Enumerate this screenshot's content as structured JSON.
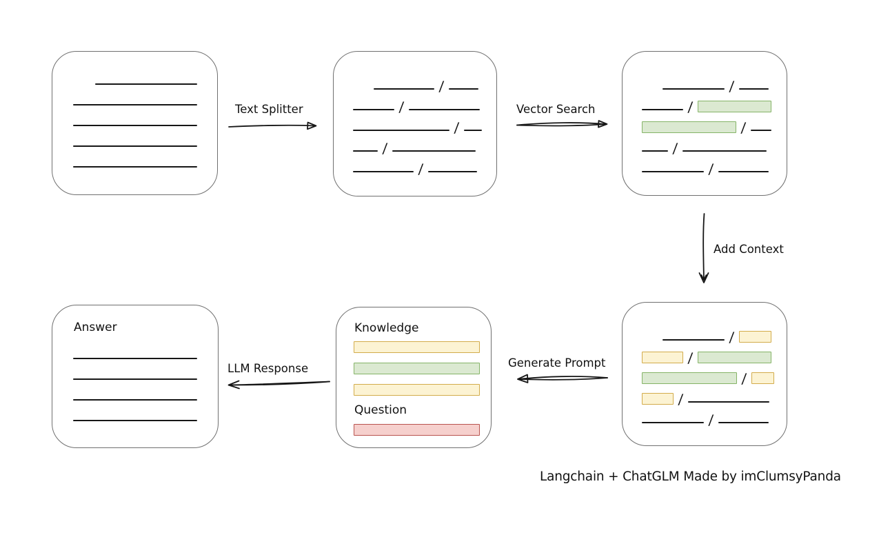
{
  "caption": "Langchain + ChatGLM Made by imClumsyPanda",
  "labels": {
    "text_splitter": "Text Splitter",
    "vector_search": "Vector Search",
    "add_context": "Add Context",
    "generate_prompt": "Generate Prompt",
    "llm_response": "LLM Response",
    "answer": "Answer"
  },
  "colors": {
    "green_fill": "#dbe9d1",
    "green_stroke": "#84b366",
    "yellow_fill": "#fcf3d3",
    "yellow_stroke": "#d2ab4a",
    "red_fill": "#f6d0cd",
    "red_stroke": "#b8534e",
    "ink": "#161616",
    "box_border": "#6f6f6f"
  },
  "boxes": {
    "document": {
      "rows": [
        {
          "indent": 62,
          "segs": [
            {
              "k": "line",
              "w": 148
            }
          ]
        },
        {
          "indent": 30,
          "segs": [
            {
              "k": "line",
              "w": 180
            }
          ]
        },
        {
          "indent": 30,
          "segs": [
            {
              "k": "line",
              "w": 180
            }
          ]
        },
        {
          "indent": 30,
          "segs": [
            {
              "k": "line",
              "w": 180
            }
          ]
        },
        {
          "indent": 30,
          "segs": [
            {
              "k": "line",
              "w": 180
            }
          ]
        }
      ]
    },
    "split_chunks": {
      "rows": [
        {
          "indent": 58,
          "segs": [
            {
              "k": "line",
              "w": 88
            },
            {
              "k": "line",
              "w": 43
            }
          ]
        },
        {
          "indent": 28,
          "segs": [
            {
              "k": "line",
              "w": 60
            },
            {
              "k": "line",
              "w": 103
            }
          ]
        },
        {
          "indent": 28,
          "segs": [
            {
              "k": "line",
              "w": 140
            },
            {
              "k": "line",
              "w": 26
            }
          ]
        },
        {
          "indent": 28,
          "segs": [
            {
              "k": "line",
              "w": 36
            },
            {
              "k": "line",
              "w": 121
            }
          ]
        },
        {
          "indent": 28,
          "segs": [
            {
              "k": "line",
              "w": 88
            },
            {
              "k": "line",
              "w": 71
            }
          ]
        }
      ]
    },
    "matched_chunks": {
      "rows": [
        {
          "indent": 58,
          "segs": [
            {
              "k": "line",
              "w": 90
            },
            {
              "k": "line",
              "w": 43
            }
          ]
        },
        {
          "indent": 28,
          "segs": [
            {
              "k": "line",
              "w": 60
            },
            {
              "k": "green",
              "w": 107
            }
          ]
        },
        {
          "indent": 28,
          "segs": [
            {
              "k": "green",
              "w": 137
            },
            {
              "k": "line",
              "w": 30
            }
          ]
        },
        {
          "indent": 28,
          "segs": [
            {
              "k": "line",
              "w": 38
            },
            {
              "k": "line",
              "w": 122
            }
          ]
        },
        {
          "indent": 28,
          "segs": [
            {
              "k": "line",
              "w": 90
            },
            {
              "k": "line",
              "w": 73
            }
          ]
        }
      ]
    },
    "context_chunks": {
      "rows": [
        {
          "indent": 58,
          "segs": [
            {
              "k": "line",
              "w": 90
            },
            {
              "k": "yellow",
              "w": 47
            }
          ]
        },
        {
          "indent": 28,
          "segs": [
            {
              "k": "yellow",
              "w": 60
            },
            {
              "k": "green",
              "w": 107
            }
          ]
        },
        {
          "indent": 28,
          "segs": [
            {
              "k": "green",
              "w": 138
            },
            {
              "k": "yellow",
              "w": 33
            }
          ]
        },
        {
          "indent": 28,
          "segs": [
            {
              "k": "yellow",
              "w": 46
            },
            {
              "k": "line",
              "w": 118
            }
          ]
        },
        {
          "indent": 28,
          "segs": [
            {
              "k": "line",
              "w": 90
            },
            {
              "k": "line",
              "w": 73
            }
          ]
        }
      ]
    },
    "prompt": {
      "knowledge_label": "Knowledge",
      "question_label": "Question",
      "knowledge_bars": [
        "yellow",
        "green",
        "yellow"
      ],
      "question_bars": [
        "red"
      ]
    },
    "answer": {
      "rows": [
        {
          "indent": 30,
          "segs": [
            {
              "k": "line",
              "w": 180
            }
          ]
        },
        {
          "indent": 30,
          "segs": [
            {
              "k": "line",
              "w": 180
            }
          ]
        },
        {
          "indent": 30,
          "segs": [
            {
              "k": "line",
              "w": 180
            }
          ]
        },
        {
          "indent": 30,
          "segs": [
            {
              "k": "line",
              "w": 180
            }
          ]
        }
      ]
    }
  }
}
